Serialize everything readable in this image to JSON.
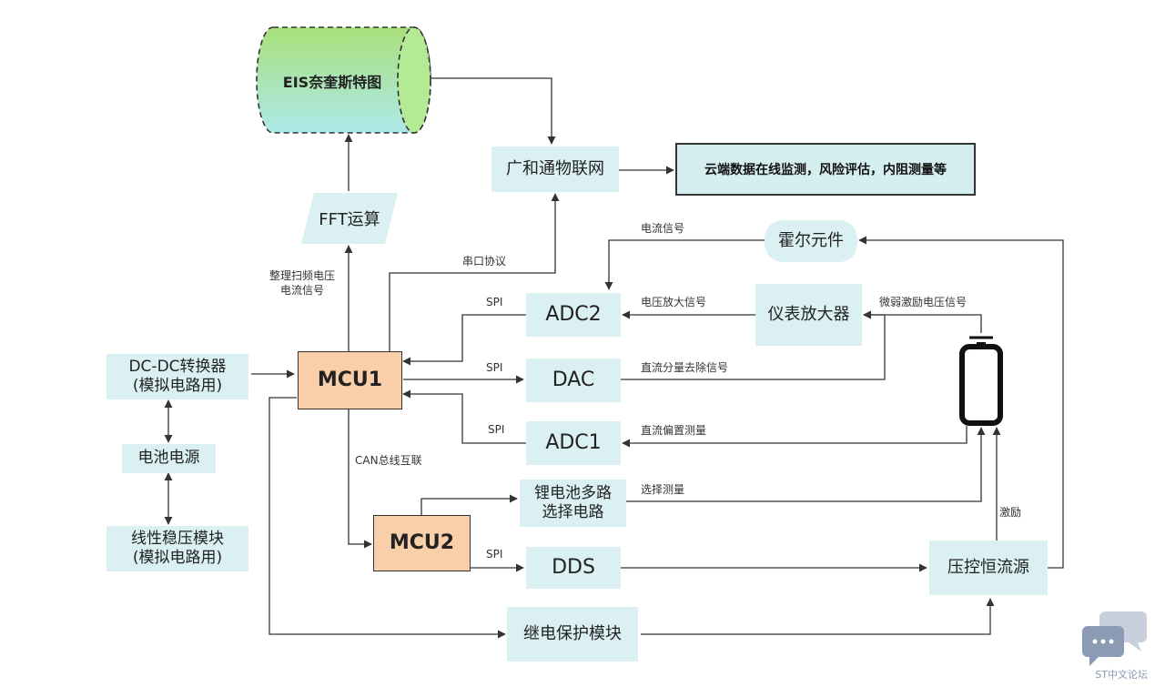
{
  "cylinder": {
    "label": "EIS奈奎斯特图"
  },
  "fft": {
    "label": "FFT运算"
  },
  "iot": {
    "label": "广和通物联网"
  },
  "cloud": {
    "label": "云端数据在线监测，风险评估，内阻测量等"
  },
  "hall": {
    "label": "霍尔元件"
  },
  "inamp": {
    "label": "仪表放大器"
  },
  "adc2": {
    "label": "ADC2"
  },
  "dac": {
    "label": "DAC"
  },
  "adc1": {
    "label": "ADC1"
  },
  "mcu1": {
    "label": "MCU1"
  },
  "mcu2": {
    "label": "MCU2"
  },
  "dcdc": {
    "line1": "DC-DC转换器",
    "line2": "(模拟电路用)"
  },
  "battery_power": {
    "label": "电池电源"
  },
  "ldo": {
    "line1": "线性稳压模块",
    "line2": "(模拟电路用)"
  },
  "mux": {
    "line1": "锂电池多路",
    "line2": "选择电路"
  },
  "dds": {
    "label": "DDS"
  },
  "ccs": {
    "label": "压控恒流源"
  },
  "relay": {
    "label": "继电保护模块"
  },
  "labels": {
    "sort_line1": "整理扫频电压",
    "sort_line2": "电流信号",
    "serial": "串口协议",
    "current_signal": "电流信号",
    "voltage_amp_signal": "电压放大信号",
    "weak_excitation": "微弱激励电压信号",
    "dc_remove": "直流分量去除信号",
    "dc_bias": "直流偏置测量",
    "select_measure": "选择测量",
    "can": "CAN总线互联",
    "excitation": "激励",
    "spi_adc2": "SPI",
    "spi_dac": "SPI",
    "spi_adc1": "SPI",
    "spi_dds": "SPI"
  },
  "watermark": {
    "text": "ST中文论坛"
  },
  "colors": {
    "box_fill": "#dbf0f2",
    "mcu_fill": "#f8cfa8",
    "line": "#333333",
    "cylinder_top": "#a8e07a",
    "cylinder_bottom": "#aee9ea"
  }
}
